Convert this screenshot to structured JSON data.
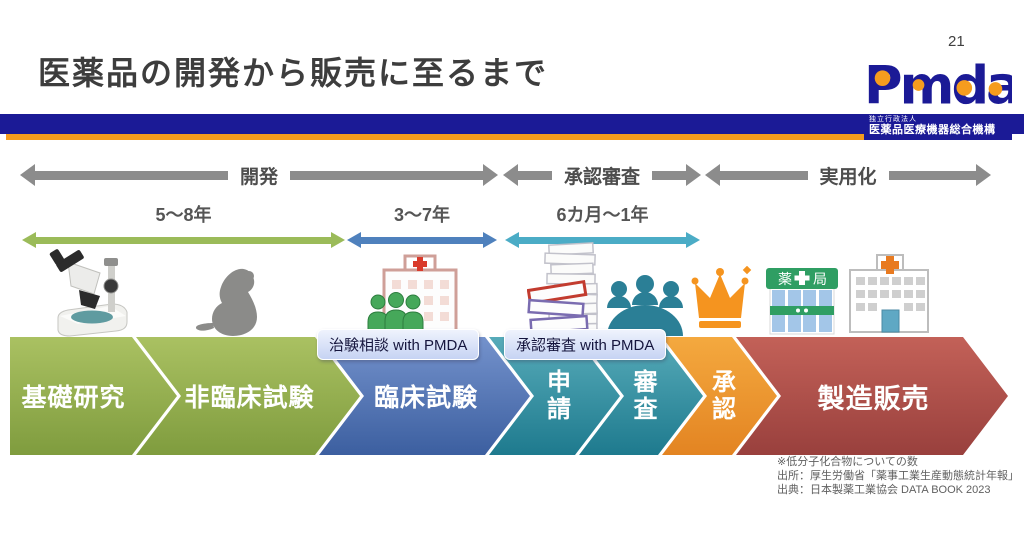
{
  "slide": {
    "page_number": "21",
    "title": "医薬品の開発から販売に至るまで"
  },
  "logo": {
    "wordmark": "Pmda",
    "org_type": "独立行政法人",
    "org_name": "医薬品医療機器総合機構",
    "navy": "#1b1a96",
    "orange": "#f59c1e"
  },
  "timeline_phases": [
    {
      "label": "開発"
    },
    {
      "label": "承認審査"
    },
    {
      "label": "実用化"
    }
  ],
  "durations": [
    {
      "label": "5〜8年",
      "color": "#9bbb59"
    },
    {
      "label": "3〜7年",
      "color": "#4f81bd"
    },
    {
      "label": "6カ月〜1年",
      "color": "#4bacc6"
    }
  ],
  "process": {
    "steps": [
      {
        "label": "基礎研究",
        "orientation": "horizontal",
        "color_top": "#aac162",
        "color_bottom": "#7f9c3e"
      },
      {
        "label": "非臨床試験",
        "orientation": "horizontal",
        "color_top": "#aac162",
        "color_bottom": "#7f9c3e"
      },
      {
        "label": "臨床試験",
        "orientation": "horizontal",
        "color_top": "#7492cc",
        "color_bottom": "#3c5fa0"
      },
      {
        "label": "申請",
        "orientation": "vertical",
        "color_top": "#57abb9",
        "color_bottom": "#1e7a8e"
      },
      {
        "label": "審査",
        "orientation": "vertical",
        "color_top": "#57abb9",
        "color_bottom": "#1e7a8e"
      },
      {
        "label": "承認",
        "orientation": "vertical",
        "color_top": "#f4a93f",
        "color_bottom": "#e38422"
      },
      {
        "label": "製造販売",
        "orientation": "horizontal",
        "color_top": "#c36158",
        "color_bottom": "#99403d"
      }
    ]
  },
  "callouts": [
    {
      "label": "治験相談 with PMDA"
    },
    {
      "label": "承認審査 with PMDA"
    }
  ],
  "icons": {
    "names": [
      "microscope-icon",
      "mouse-icon",
      "clinic-icon",
      "documents-stack-icon",
      "review-committee-icon",
      "crown-icon",
      "pharmacy-icon",
      "hospital-icon"
    ],
    "pharmacy_sign_left": "薬",
    "pharmacy_sign_right": "局"
  },
  "footnotes": [
    "※低分子化合物についての数",
    "出所：厚生労働省「薬事工業生産動態統計年報」",
    "出典：日本製薬工業協会 DATA BOOK 2023"
  ]
}
